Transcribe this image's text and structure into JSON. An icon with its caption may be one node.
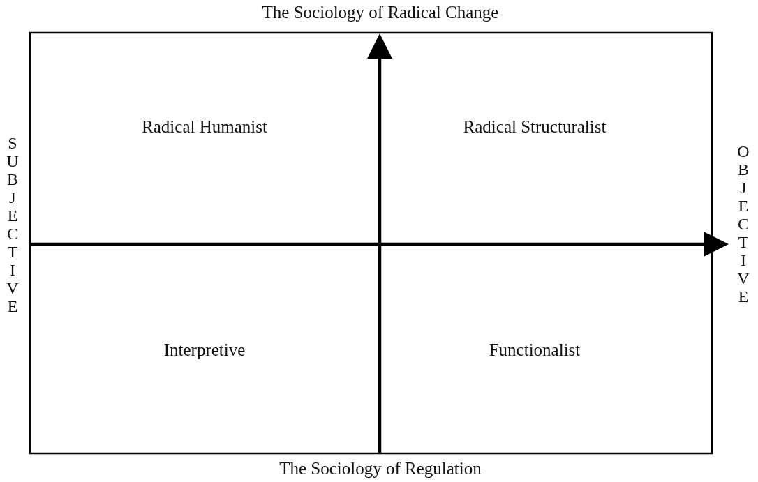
{
  "diagram": {
    "labels": [
      "The Sociology of Radical Change",
      "Radical Humanist",
      "Radical Structuralist",
      "SUBJECTIVE",
      "OBJECTIVE",
      "Interpretive",
      "Functionalist",
      "The Sociology of Regulation"
    ]
  }
}
